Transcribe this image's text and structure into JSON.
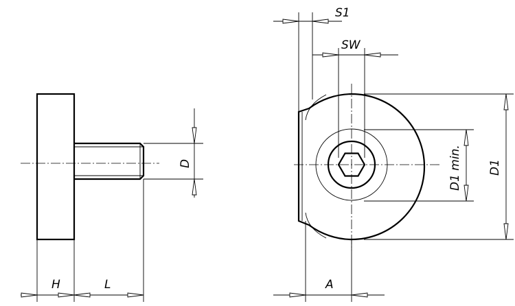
{
  "diagram": {
    "labels": {
      "H": "H",
      "L": "L",
      "D": "D",
      "S1": "S1",
      "SW": "SW",
      "A": "A",
      "D1_min": "D1 min.",
      "D1": "D1"
    }
  }
}
